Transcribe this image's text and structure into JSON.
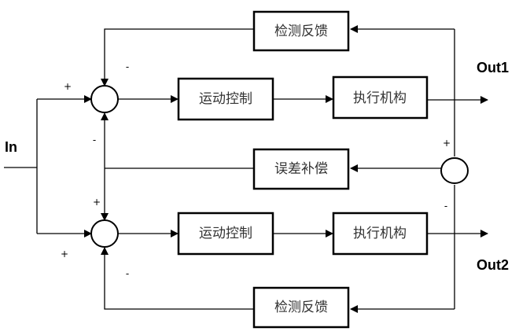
{
  "diagram": {
    "input_label": "In",
    "outputs": [
      {
        "label": "Out1"
      },
      {
        "label": "Out2"
      }
    ],
    "blocks": {
      "feedback_top": "检测反馈",
      "motion_control_top": "运动控制",
      "actuator_top": "执行机构",
      "error_compensation": "误差补偿",
      "motion_control_bottom": "运动控制",
      "actuator_bottom": "执行机构",
      "feedback_bottom": "检测反馈"
    },
    "signs": {
      "top_sum_input": "+",
      "top_sum_feedback": "-",
      "top_sum_compensation": "-",
      "bottom_sum_compensation": "+",
      "bottom_sum_input": "+",
      "bottom_sum_feedback": "-",
      "right_sum_top": "+",
      "right_sum_bottom": "-"
    },
    "colors": {
      "line": "#000000",
      "block_text": "#333333",
      "background": "#ffffff"
    }
  }
}
